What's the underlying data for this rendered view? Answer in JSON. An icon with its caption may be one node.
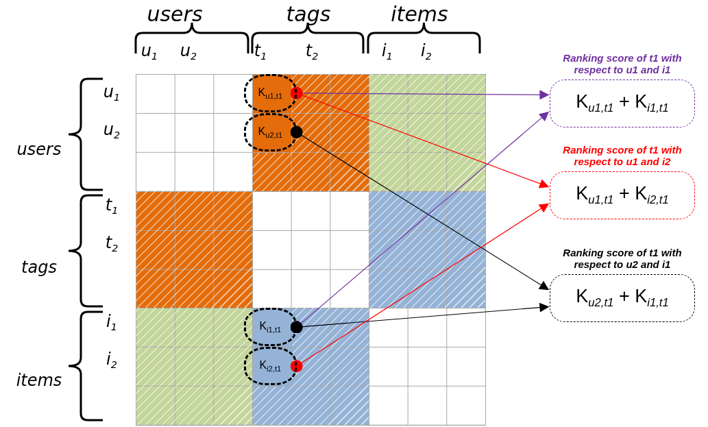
{
  "diagram": {
    "nodes": [
      {
        "text": [
          "K$_{u1,t1}$"
        ]
      },
      {
        "text": [
          "K$_{u2,t1}$"
        ]
      },
      {
        "text": [
          "K$_{i1,t1}$"
        ]
      },
      {
        "text": [
          "K$_{i2,t1}$"
        ]
      },
      {
        "text": [
          "Ranking score of t1 with respect to u1 and i1",
          "K$_{u1,t1}$ + K$_{i1,t1}$"
        ]
      },
      {
        "text": [
          "Ranking score of t1 with respect to u1 and i2",
          "K$_{u1,t1}$ + K$_{i2,t1}$"
        ]
      },
      {
        "text": [
          "Ranking score of t1 with respect to u2 and i1",
          "K$_{u2,t1}$ + K$_{i1,t1}$"
        ]
      }
    ],
    "edges": [
      {
        "from": 0,
        "to": 4,
        "arrow": "to",
        "color": "#7030a0"
      },
      {
        "from": 0,
        "to": 5,
        "arrow": "to",
        "color": "#ff0000"
      },
      {
        "from": 1,
        "to": 6,
        "arrow": "to",
        "color": "#000000"
      },
      {
        "from": 2,
        "to": 4,
        "arrow": "to",
        "color": "#7030a0"
      },
      {
        "from": 2,
        "to": 6,
        "arrow": "to",
        "color": "#000000"
      },
      {
        "from": 3,
        "to": 5,
        "arrow": "to",
        "color": "#ff0000"
      }
    ],
    "labels": [
      "users",
      "tags",
      "items",
      "u$_{1}$",
      "u$_{2}$",
      "t$_{1}$",
      "t$_{2}$",
      "i$_{1}$",
      "i$_{2}$",
      "u$_{1}$",
      "u$_{2}$",
      "users",
      "t$_{1}$",
      "t$_{2}$",
      "tags",
      "i$_{1}$",
      "i$_{2}$",
      "items"
    ]
  }
}
